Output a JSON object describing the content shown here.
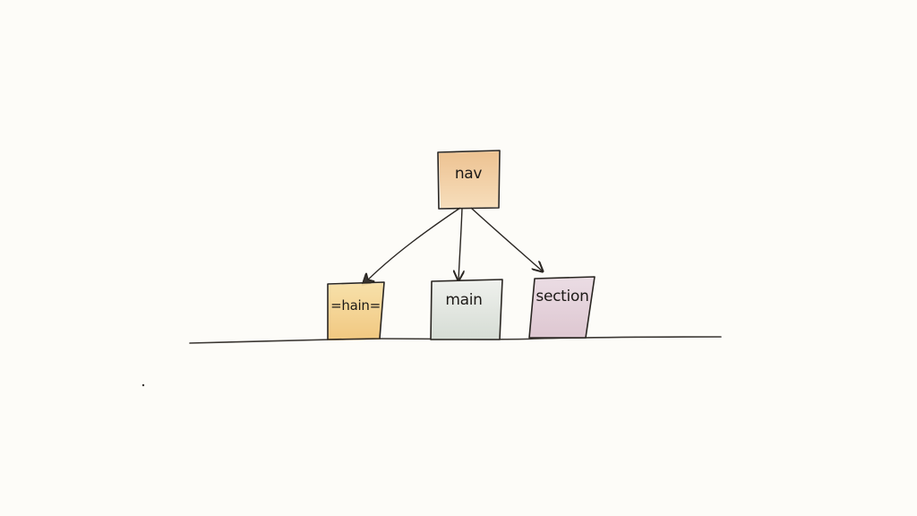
{
  "diagram": {
    "type": "tree",
    "style": "hand-drawn watercolor sketch",
    "background_color": "#fdfcf8",
    "stroke_color": "#2a2622",
    "nodes": [
      {
        "id": "nav",
        "label": "nav",
        "fill": "#f0c999",
        "role": "parent"
      },
      {
        "id": "hain",
        "label": "=hain=",
        "fill": "#f5d48c",
        "role": "child"
      },
      {
        "id": "main",
        "label": "main",
        "fill": "#dfe3dc",
        "role": "child"
      },
      {
        "id": "section",
        "label": "section",
        "fill": "#e6d0d8",
        "role": "child"
      }
    ],
    "edges": [
      {
        "from": "nav",
        "to": "hain"
      },
      {
        "from": "nav",
        "to": "main"
      },
      {
        "from": "nav",
        "to": "section"
      }
    ],
    "baseline": {
      "present": true
    }
  }
}
